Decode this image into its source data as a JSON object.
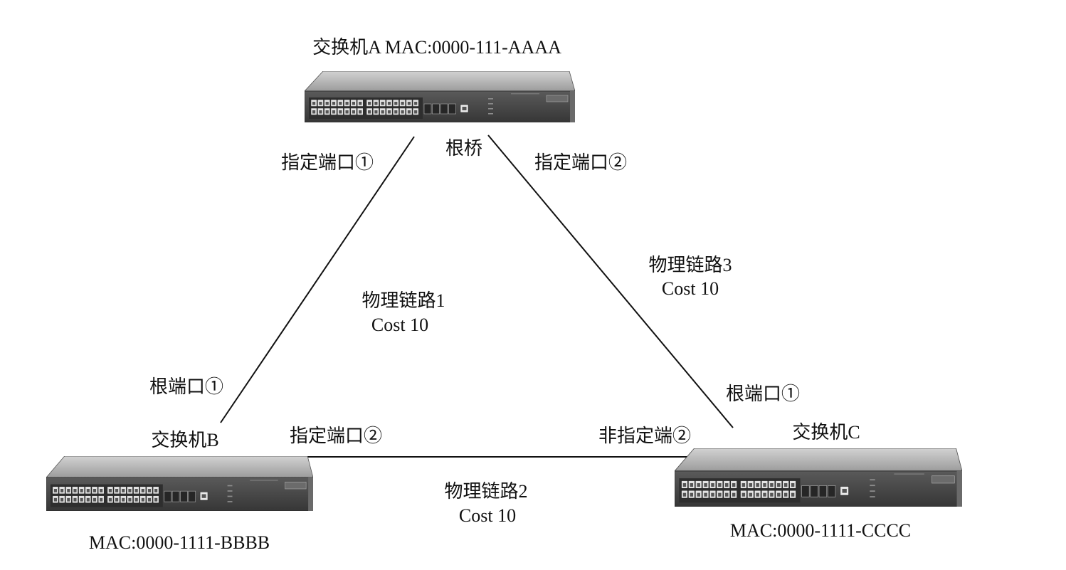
{
  "switches": {
    "a": {
      "title": "交换机A MAC:0000-111-AAAA",
      "role": "根桥",
      "port_left": "指定端口①",
      "port_right": "指定端口②"
    },
    "b": {
      "name": "交换机B",
      "mac": "MAC:0000-1111-BBBB",
      "root_port": "根端口①",
      "port_right": "指定端口②"
    },
    "c": {
      "name": "交换机C",
      "mac": "MAC:0000-1111-CCCC",
      "root_port": "根端口①",
      "port_left": "非指定端②"
    }
  },
  "links": [
    {
      "name": "物理链路1",
      "cost": "Cost 10"
    },
    {
      "name": "物理链路2",
      "cost": "Cost 10"
    },
    {
      "name": "物理链路3",
      "cost": "Cost 10"
    }
  ],
  "colors": {
    "line": "#111111",
    "switch_top": "#b9b9b9",
    "switch_front": "#444444",
    "port": "#e4e4e4"
  },
  "icons": {
    "switch": "network-switch-icon"
  }
}
